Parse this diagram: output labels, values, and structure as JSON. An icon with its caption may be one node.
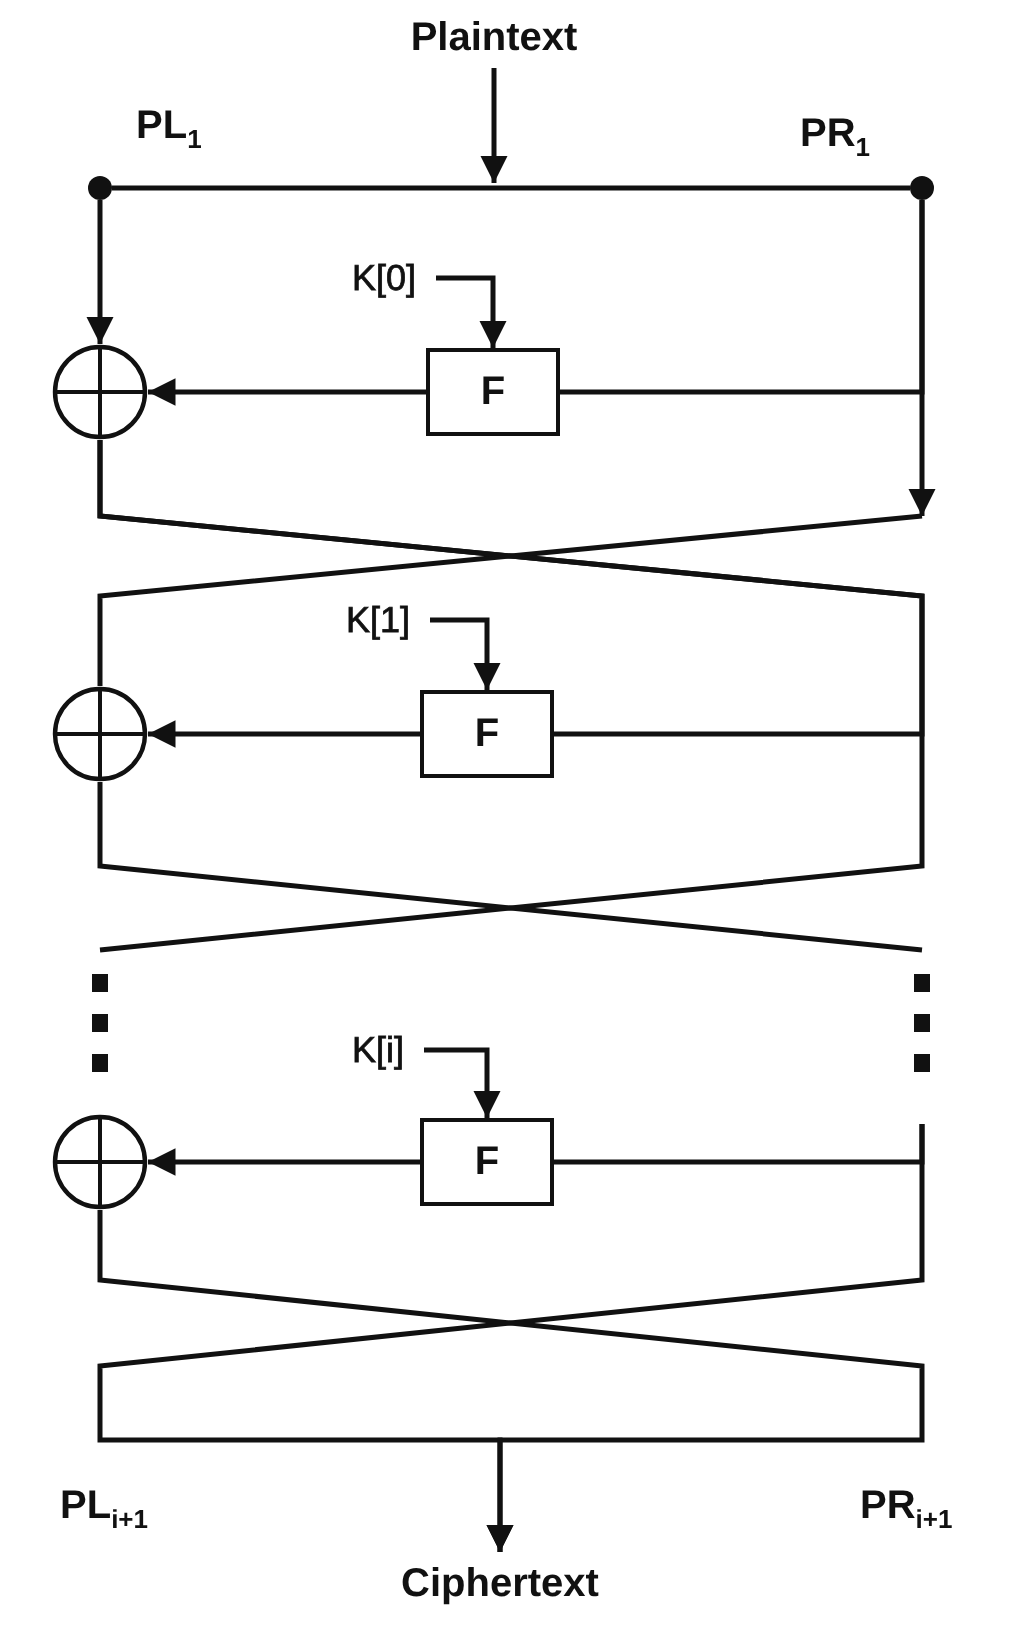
{
  "diagram": {
    "nodes": [
      {
        "text": [
          "Plaintext"
        ]
      },
      {
        "text": [],
        "shape": "circle",
        "beside": [
          "PL$_{1}$"
        ]
      },
      {
        "text": [],
        "shape": "circle",
        "beside": [
          "PR$_{1}$"
        ]
      },
      {
        "text": [
          "K[0]"
        ]
      },
      {
        "text": [
          "F"
        ]
      },
      {
        "text": [],
        "shape": "circle"
      },
      {
        "text": [
          "K[1]"
        ]
      },
      {
        "text": [
          "F"
        ]
      },
      {
        "text": [],
        "shape": "circle"
      },
      {
        "text": [
          "K[i]"
        ]
      },
      {
        "text": [
          "F"
        ]
      },
      {
        "text": [],
        "shape": "circle"
      },
      {
        "text": [
          "Ciphertext"
        ]
      }
    ],
    "edges": [
      {
        "from": 0,
        "to": null,
        "arrow": "to"
      },
      {
        "from": 1,
        "to": 2,
        "arrow": "none"
      },
      {
        "from": 1,
        "to": 5,
        "arrow": "to"
      },
      {
        "from": 3,
        "to": 4,
        "arrow": "to"
      },
      {
        "from": 4,
        "to": 5,
        "arrow": "to"
      },
      {
        "from": 2,
        "to": 4,
        "arrow": "none"
      },
      {
        "from": 2,
        "to": null,
        "arrow": "to"
      },
      {
        "from": null,
        "to": 8,
        "arrow": "none"
      },
      {
        "from": 5,
        "to": 7,
        "arrow": "none"
      },
      {
        "from": 5,
        "to": null,
        "arrow": "none"
      },
      {
        "from": 6,
        "to": 7,
        "arrow": "to"
      },
      {
        "from": 7,
        "to": 8,
        "arrow": "to"
      },
      {
        "from": 8,
        "to": null,
        "arrow": "none"
      },
      {
        "from": 9,
        "to": 10,
        "arrow": "to"
      },
      {
        "from": 10,
        "to": 11,
        "arrow": "to"
      },
      {
        "from": null,
        "to": 10,
        "arrow": "none"
      },
      {
        "from": null,
        "to": 12,
        "arrow": "to"
      },
      {
        "from": 11,
        "to": 12,
        "arrow": "to"
      }
    ],
    "labels": [
      "PL$_{i+1}$",
      "PR$_{i+1}$"
    ]
  }
}
